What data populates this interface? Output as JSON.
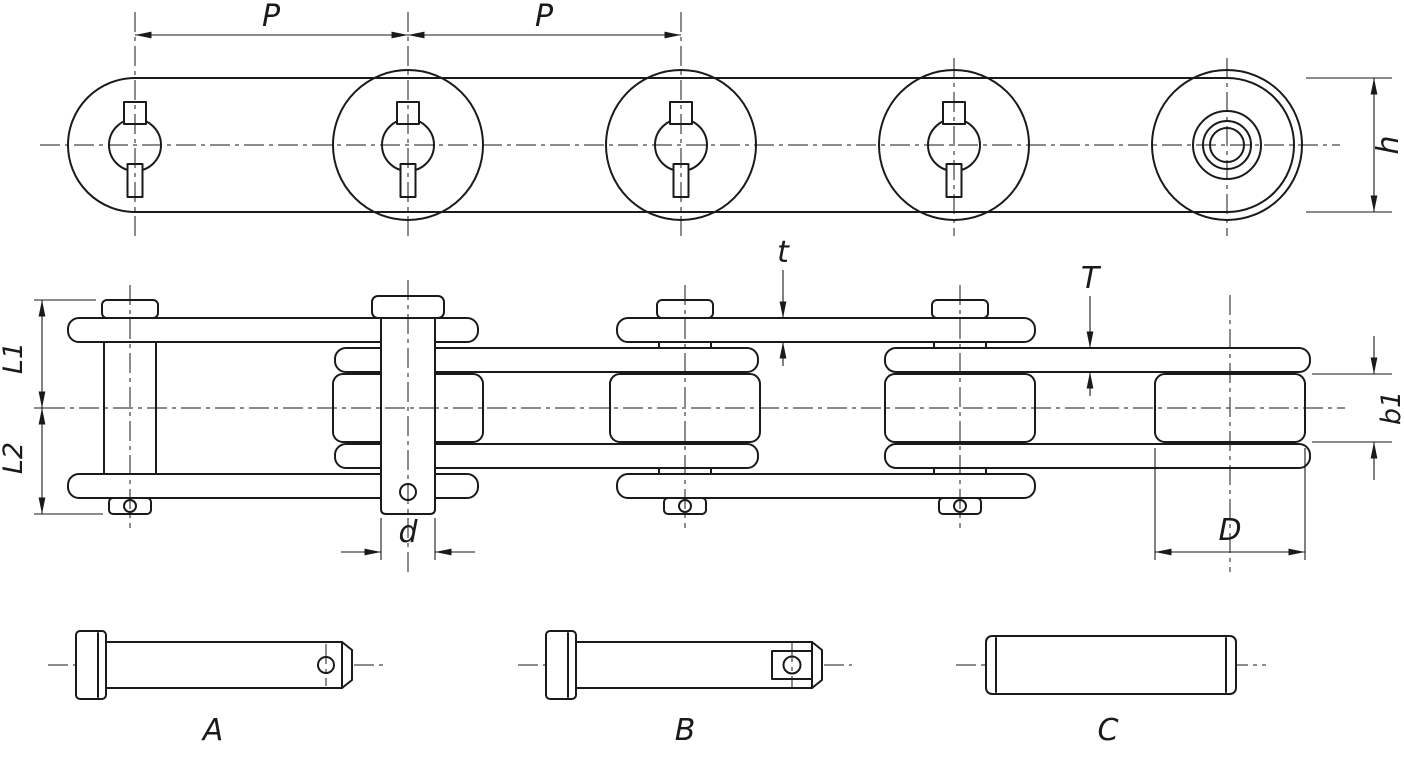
{
  "drawing": {
    "type": "technical-drawing",
    "subject": "conveyor roller chain with dimensions and pin/roller detail parts",
    "colors": {
      "ink": "#1a1a1a",
      "background": "#ffffff"
    },
    "side_view": {
      "pitch1": "P",
      "pitch2": "P",
      "h": "h"
    },
    "plan_view": {
      "L1": "L1",
      "L2": "L2",
      "t_small": "t",
      "t_big": "T",
      "b1": "b1",
      "d_small": "d",
      "d_big": "D"
    },
    "parts": {
      "a": "A",
      "b": "B",
      "c": "C"
    }
  }
}
